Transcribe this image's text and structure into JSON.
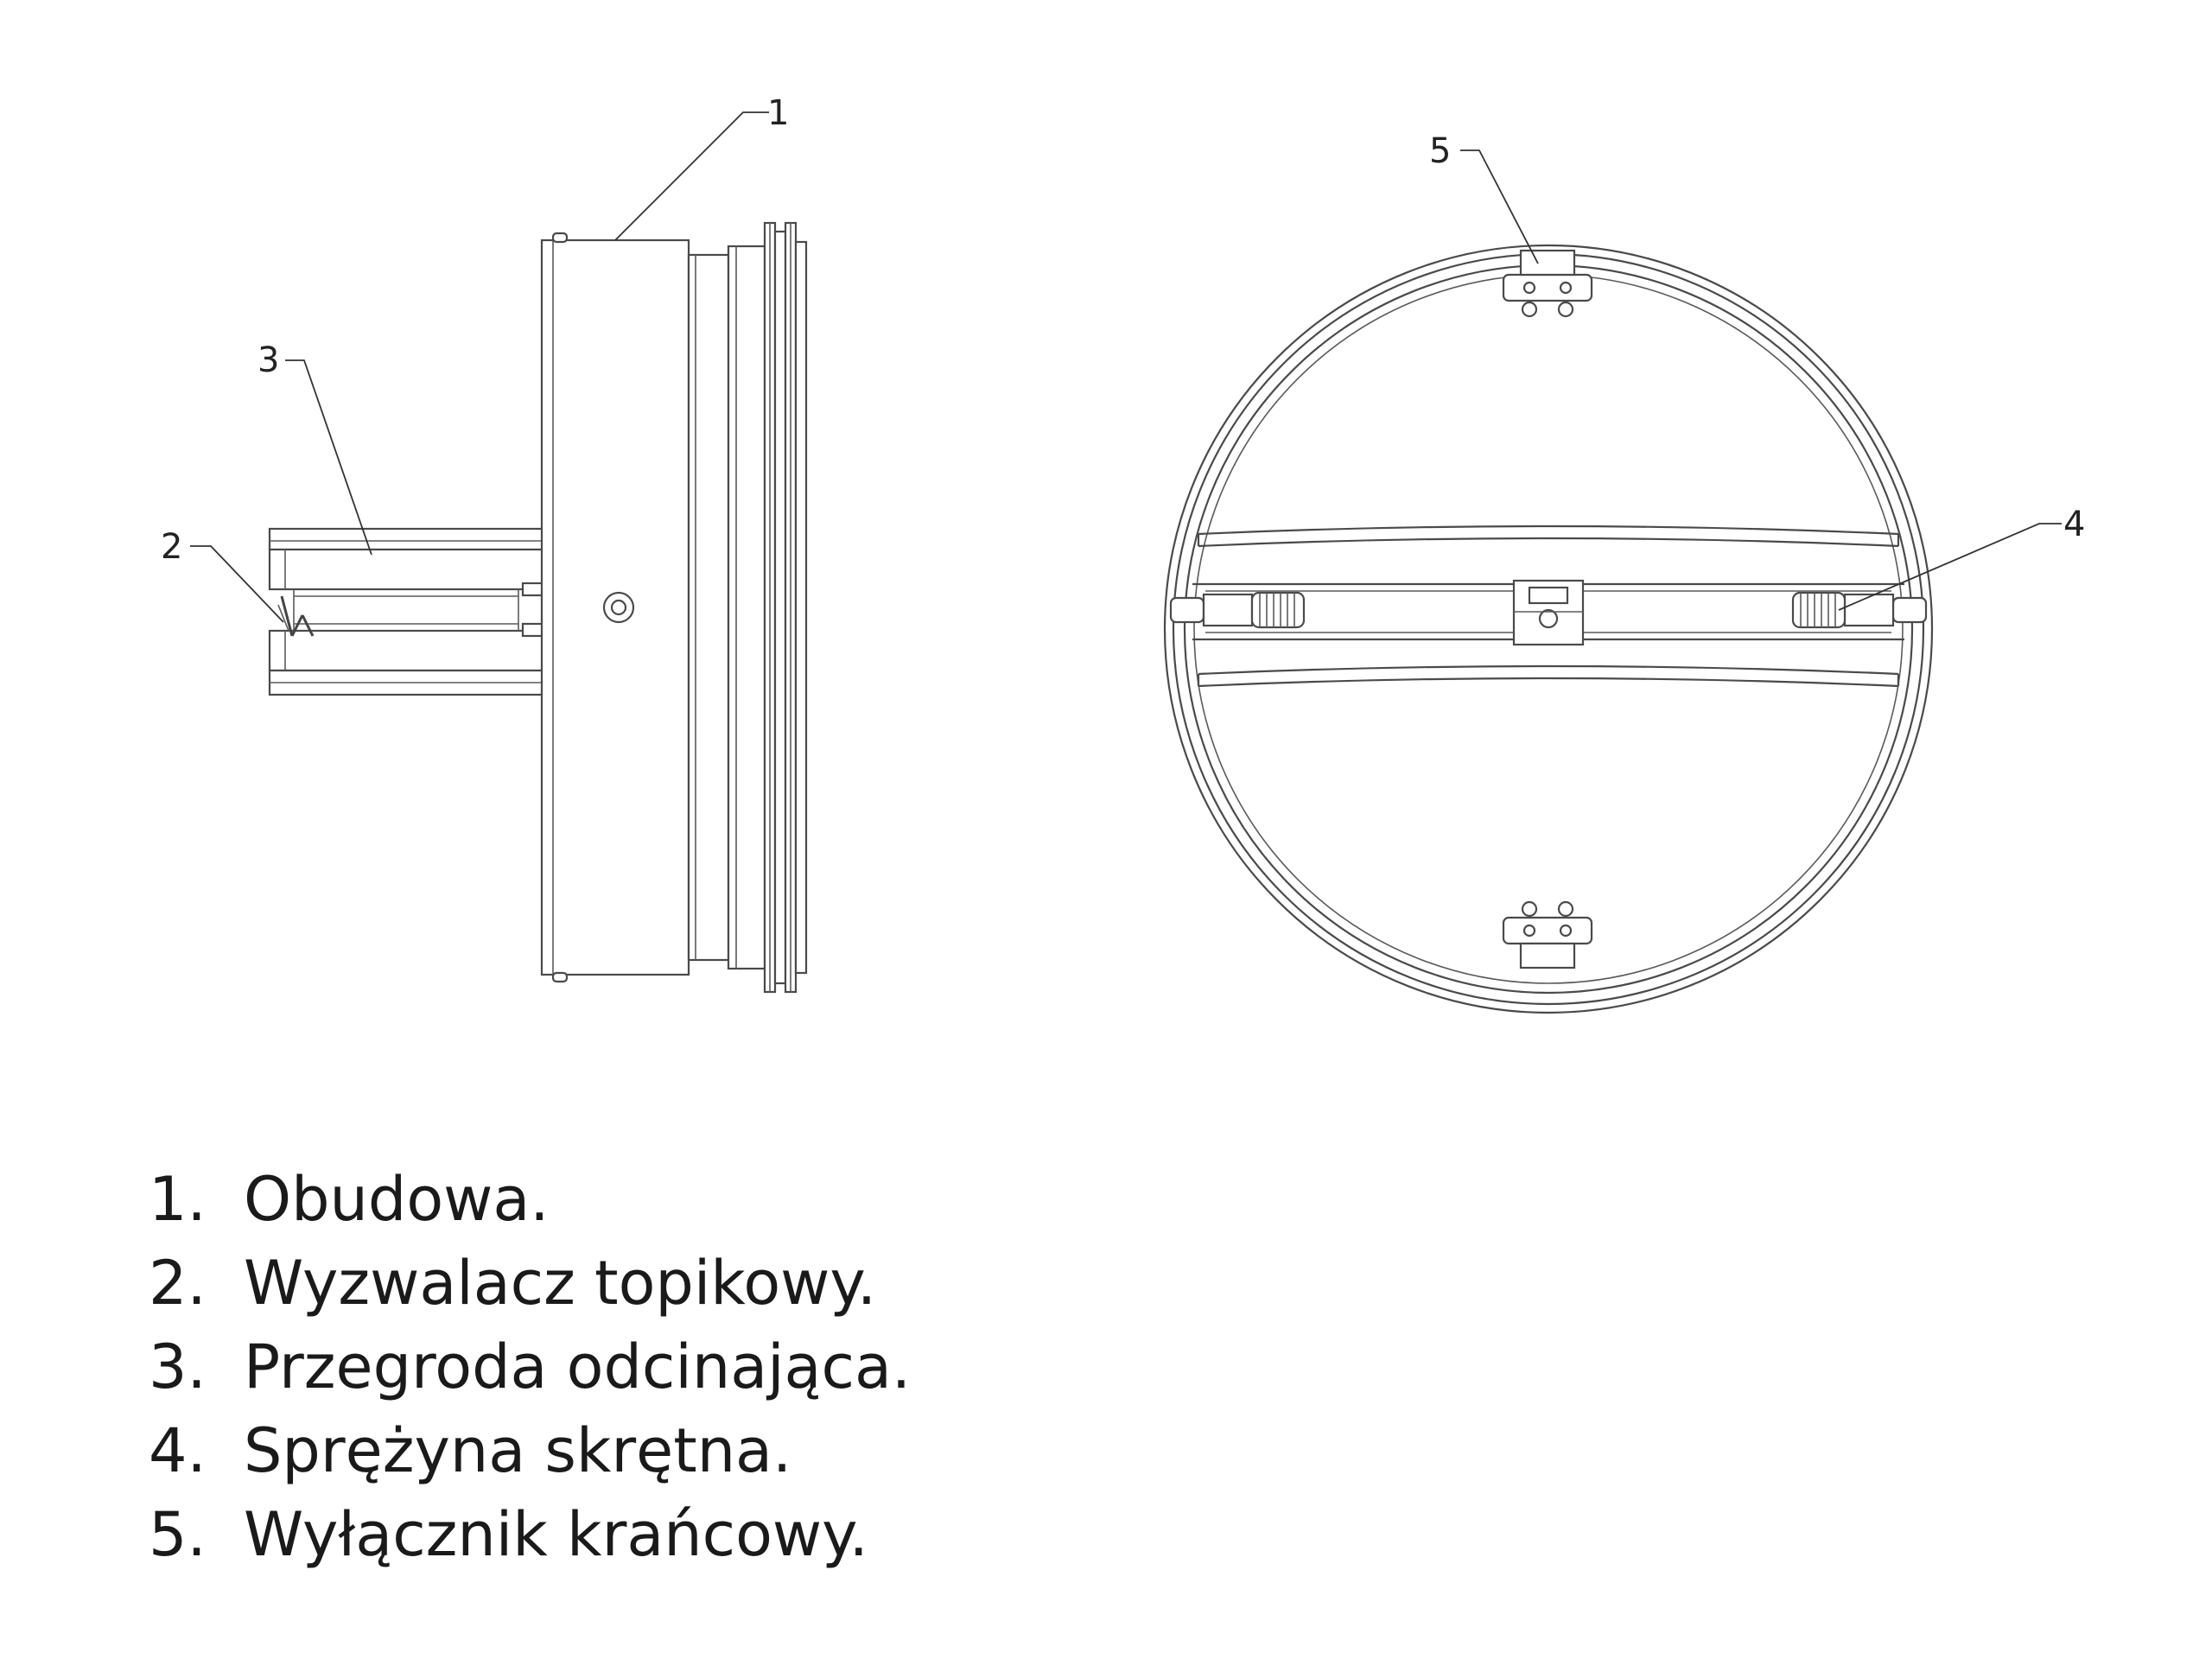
{
  "callouts": {
    "c1": "1",
    "c2": "2",
    "c3": "3",
    "c4": "4",
    "c5": "5"
  },
  "legend": [
    {
      "num": "1.",
      "text": "Obudowa."
    },
    {
      "num": "2.",
      "text": "Wyzwalacz topikowy."
    },
    {
      "num": "3.",
      "text": "Przegroda odcinająca."
    },
    {
      "num": "4.",
      "text": "Sprężyna skrętna."
    },
    {
      "num": "5.",
      "text": "Wyłącznik krańcowy."
    }
  ],
  "colors": {
    "line": "#4a4a4a",
    "text": "#1a1a1a",
    "background": "#ffffff"
  }
}
